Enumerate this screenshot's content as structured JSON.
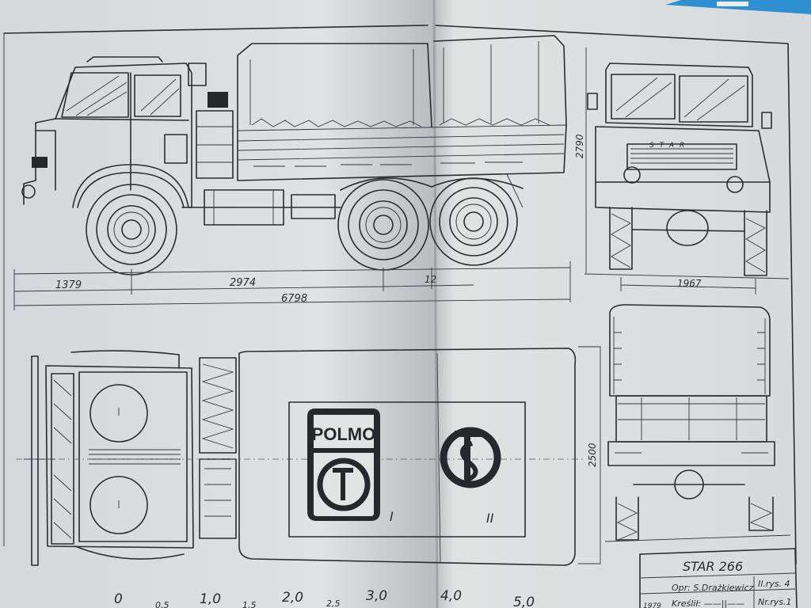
{
  "title": "STAR 266",
  "dimensions": {
    "front_overhang": "1379",
    "wheelbase": "2974",
    "axle_spacing": "12",
    "overall_length": "6798",
    "height": "2790",
    "track_width": "1967",
    "width": "2500"
  },
  "grille_text": "S T A R",
  "logos": {
    "logo_i_text": "POLMO",
    "logo_i_caption": "I",
    "logo_ii_caption": "II"
  },
  "title_block": {
    "name": "STAR 266",
    "author_cell": "Opr: S.Drażkiewicz",
    "sheet_cell": "Il.rys. 4",
    "draftsman_cell": "Kreślił: ——||——",
    "number_cell": "Nr.rys.1",
    "year_cell": "1979"
  },
  "scale_bar": {
    "major_labels": [
      "0",
      "1,0",
      "2,0",
      "3,0",
      "4,0",
      "5,0"
    ],
    "minor_labels": [
      "0,5",
      "1,5",
      "2,5"
    ]
  },
  "colors": {
    "paper": "#d7dadc",
    "ink": "#2a2c30",
    "corner_accent": "#2e8fd1"
  },
  "icons": [
    "truck-side-view",
    "truck-front-view",
    "truck-top-view",
    "truck-rear-view",
    "polmo-logo",
    "star-logo"
  ]
}
